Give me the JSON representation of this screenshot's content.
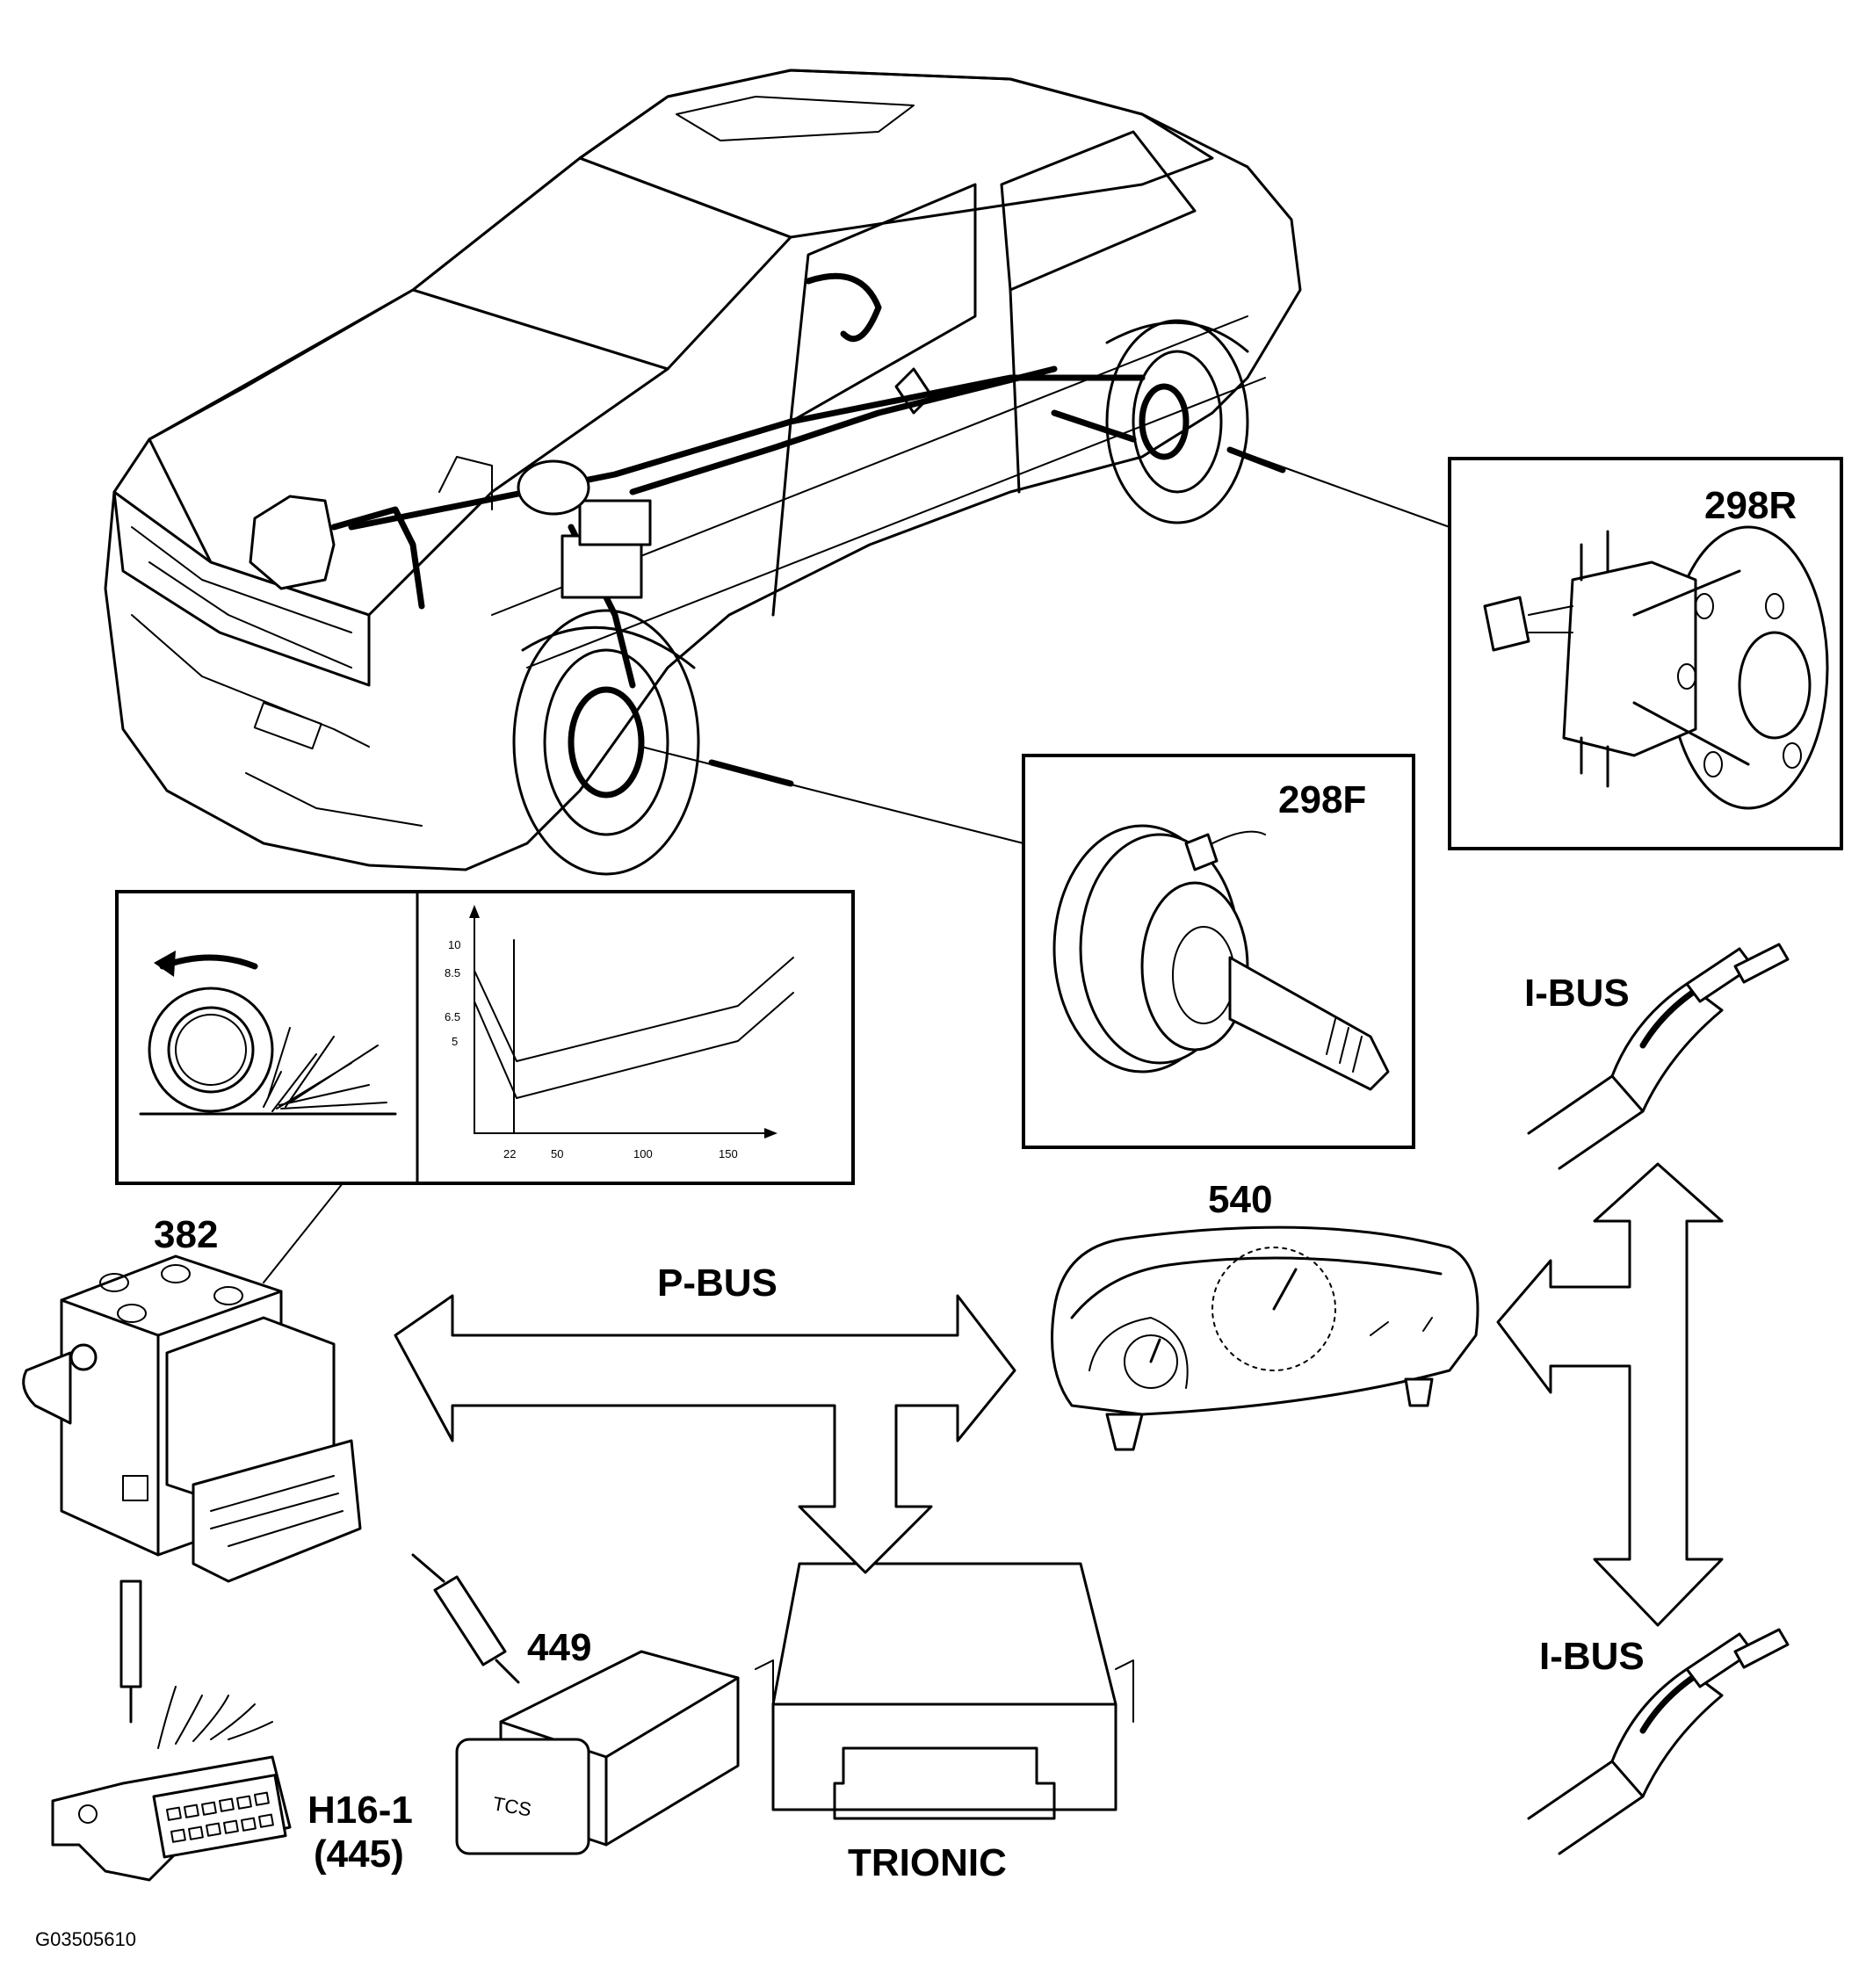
{
  "labels": {
    "rear_wheel_sensor": "298R",
    "front_wheel_sensor": "298F",
    "abs_unit": "382",
    "instrument_cluster": "540",
    "tcs_switch": "449",
    "diagnostic_connector_line1": "H16-1",
    "diagnostic_connector_line2": "(445)",
    "engine_ecu": "TRIONIC",
    "p_bus": "P-BUS",
    "i_bus_top": "I-BUS",
    "i_bus_bottom": "I-BUS",
    "tcs_button_text": "TCS",
    "figure_code": "G03505610"
  },
  "graph": {
    "y_ticks": [
      "10",
      "8.5",
      "6.5",
      "5"
    ],
    "x_ticks": [
      "22",
      "50",
      "100",
      "150"
    ]
  }
}
